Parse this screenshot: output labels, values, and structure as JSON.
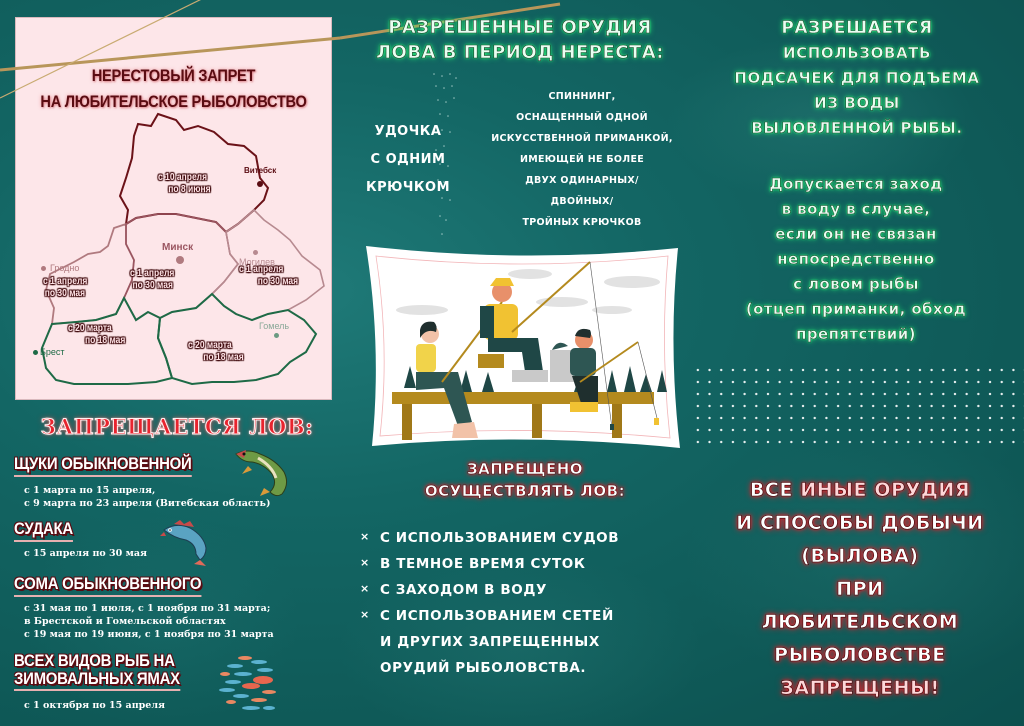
{
  "colors": {
    "background": "#136664",
    "map_panel": "#fde6e9",
    "map_title": "#5a0c12",
    "glow_green": "#2aff7f",
    "glow_red": "#d41621",
    "gold_line": "#b8965a"
  },
  "map": {
    "title_line1": "НЕРЕСТОВЫЙ ЗАПРЕТ",
    "title_line2": "НА ЛЮБИТЕЛЬСКОЕ РЫБОЛОВСТВО",
    "cities": {
      "vitebsk": "Витебск",
      "minsk": "Минск",
      "grodno": "Гродно",
      "mogilev": "Могилев",
      "gomel": "Гомель",
      "brest": "Брест"
    },
    "regions": {
      "vitebsk": {
        "line1": "с 10 апреля",
        "line2": "по 8 июня"
      },
      "minsk": {
        "line1": "с 1 апреля",
        "line2": "по 30 мая"
      },
      "grodno": {
        "line1": "с 1 апреля",
        "line2": "по 30 мая"
      },
      "mogilev": {
        "line1": "с 1 апреля",
        "line2": "по 30 мая"
      },
      "brest": {
        "line1": "с 20 марта",
        "line2": "по 18 мая"
      },
      "gomel": {
        "line1": "с 20 марта",
        "line2": "по 18 мая"
      }
    }
  },
  "prohibited": {
    "title": "ЗАПРЕЩАЕТСЯ ЛОВ:",
    "species": [
      {
        "name": "ЩУКИ ОБЫКНОВЕННОЙ",
        "icon": "pike-icon",
        "dates": [
          "с 1 марта по 15 апреля,",
          "с 9 марта по 23 апреля (Витебская область)"
        ]
      },
      {
        "name": "СУДАКА",
        "icon": "zander-icon",
        "dates": [
          "с 15 апреля по 30 мая"
        ]
      },
      {
        "name": "СОМА ОБЫКНОВЕННОГО",
        "dates": [
          "с 31 мая по 1 июля, с 1 ноября по 31 марта;",
          "в Брестской и Гомельской областях",
          "с 19 мая по 19 июня, с 1 ноября по 31 марта"
        ]
      },
      {
        "name_line1": "ВСЕХ ВИДОВ РЫБ НА",
        "name_line2": "ЗИМОВАЛЬНЫХ ЯМАХ",
        "icon": "fish-school-icon",
        "dates": [
          "с 1 октября по 15 апреля"
        ]
      }
    ]
  },
  "allowed_gear": {
    "title_line1": "РАЗРЕШЕННЫЕ ОРУДИЯ",
    "title_line2": "ЛОВА В ПЕРИОД НЕРЕСТА:",
    "rod": [
      "УДОЧКА",
      "С ОДНИМ",
      "КРЮЧКОМ"
    ],
    "spinning": [
      "СПИННИНГ,",
      "ОСНАЩЕННЫЙ ОДНОЙ",
      "ИСКУССТВЕННОЙ ПРИМАНКОЙ,",
      "ИМЕЮЩЕЙ НЕ БОЛЕЕ",
      "ДВУХ ОДИНАРНЫХ/",
      "ДВОЙНЫХ/",
      "ТРОЙНЫХ КРЮЧКОВ"
    ]
  },
  "illustration": {
    "label": "family-fishing-illustration"
  },
  "forbidden_activities": {
    "title_line1": "ЗАПРЕЩЕНО",
    "title_line2": "ОСУЩЕСТВЛЯТЬ ЛОВ:",
    "bullet": "×",
    "items": [
      "С ИСПОЛЬЗОВАНИЕМ СУДОВ",
      "В ТЕМНОЕ ВРЕМЯ СУТОК",
      "С ЗАХОДОМ В ВОДУ",
      "С ИСПОЛЬЗОВАНИЕМ СЕТЕЙ"
    ],
    "continuation": [
      "И ДРУГИХ ЗАПРЕЩЕННЫХ",
      "ОРУДИЙ РЫБОЛОВСТВА."
    ]
  },
  "allowed_net": {
    "lines": [
      "РАЗРЕШАЕТСЯ",
      "ИСПОЛЬЗОВАТЬ",
      "ПОДСАЧЕК ДЛЯ ПОДЪЕМА",
      "ИЗ ВОДЫ",
      "ВЫЛОВЛЕННОЙ РЫБЫ."
    ]
  },
  "allowed_entry": {
    "lines": [
      "Допускается заход",
      "в воду в случае,",
      "если он не связан",
      "непосредственно",
      "с ловом рыбы",
      "(отцеп приманки, обход",
      "препятствий)"
    ]
  },
  "all_other": {
    "line1_a": "ВСЕ ",
    "line1_b": "ИНЫЕ ОРУДИЯ",
    "line2": "И СПОСОБЫ ДОБЫЧИ",
    "line3": "(ВЫЛОВА)",
    "line4": "ПРИ",
    "line5": "ЛЮБИТЕЛЬСКОМ",
    "line6": "РЫБОЛОВСТВЕ",
    "line7": "ЗАПРЕЩЕНЫ!"
  }
}
